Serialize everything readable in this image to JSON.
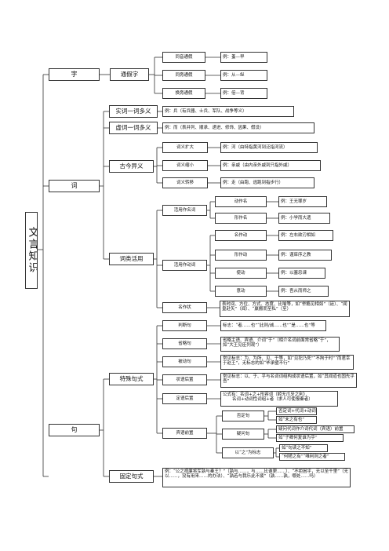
{
  "root": "文言知识",
  "level1": {
    "zi": "字",
    "ci": "词",
    "ju": "句"
  },
  "zi": {
    "tongjiazi": "通假字",
    "items": [
      {
        "name": "同音通假",
        "example": "例：蚤—早"
      },
      {
        "name": "同旁通假",
        "example": "例：从—纵"
      },
      {
        "name": "换旁通假",
        "example": "例：倍—背"
      }
    ]
  },
  "ci": {
    "shici": {
      "name": "实词一词多义",
      "desc": "例：兵（有兵器、士兵、军队、战争等义）"
    },
    "xuci": {
      "name": "虚词一词多义",
      "desc": "例：而（表并列、顺承、递进、修饰、因果、假设）"
    },
    "gujin": {
      "name": "古今异义",
      "items": [
        {
          "name": "词义扩大",
          "desc": "例：河（由特指黄河到泛指河流）"
        },
        {
          "name": "词义缩小",
          "desc": "例：亲戚（由内亲外戚到只指外戚）"
        },
        {
          "name": "词义转移",
          "desc": "例：走（由跑、逃跑到指步行）"
        }
      ]
    },
    "leihuo": {
      "name": "词类活用",
      "mingci": {
        "name": "活用作名词",
        "items": [
          {
            "name": "动作名",
            "desc": "例：王无罪岁"
          },
          {
            "name": "形作名",
            "desc": "例：小学而大遗"
          }
        ]
      },
      "dongci": {
        "name": "活用作动词",
        "items": [
          {
            "name": "名作动",
            "desc": "例：左右欲刃相如"
          },
          {
            "name": "形作动",
            "desc": "例：谨庠序之教"
          },
          {
            "name": "使动",
            "desc": "例：以塞忠谏"
          },
          {
            "name": "意动",
            "desc": "例：吾从而师之"
          }
        ]
      },
      "zhuangyu": {
        "name": "名作状",
        "desc": "表时间、方位、方式、态度、比喻等，如“举觞见相如”（廷）、“闻皇赴矢”（闻）、“嬴搬而至私”（至）"
      }
    }
  },
  "ju": {
    "teshu": {
      "name": "特殊句式",
      "items": [
        {
          "name": "判断句",
          "desc": "标志：“者……也”“此则/诚……也”“是……也”等"
        },
        {
          "name": "省略句",
          "desc": "省略主语、宾语、介词“于”（相介名词前面常省略“于”，如“大王见臣列观”）"
        },
        {
          "name": "被动句",
          "desc": "常见标志：为、为所、见、于等，如“见犯乃死”“不拘于时”“而君幸于赵王”，无标志的如“毕承璧不行”"
        },
        {
          "name": "状语后置",
          "desc": "常见标志：以、于、乎与名词词组构成状语后置，如“其闻道也固先乎吾”"
        },
        {
          "name": "定语后置",
          "desc1": "公式有：名词+之+形容词（蚓无爪牙之利）、",
          "desc2": "名词+动词性词组+者（求人可使报秦者）"
        }
      ],
      "binqian": {
        "name": "宾语前置",
        "items": [
          {
            "name": "否定句",
            "desc1": "否定词+代词+动词",
            "desc2": "如“未之有也”"
          },
          {
            "name": "疑问句",
            "desc1": "疑问代词作介词代词（宾语）前置",
            "desc2": "如“子卿何复谁为乎”"
          },
          {
            "name": "以“之”为标志",
            "desc1": "如“句读之不知”",
            "desc2": "“何陋之有”“唯利则之者”"
          }
        ]
      }
    },
    "guding": {
      "name": "固定句式",
      "desc": "例：“公之视廉将军孰与秦王？”（孰与……，与……比谁更……）、“不拒困乎，无以至千里”（无以……，没有用来……的办法）、“孰若与我乐此不疲”（孰……孰，哪处……吗）"
    }
  }
}
